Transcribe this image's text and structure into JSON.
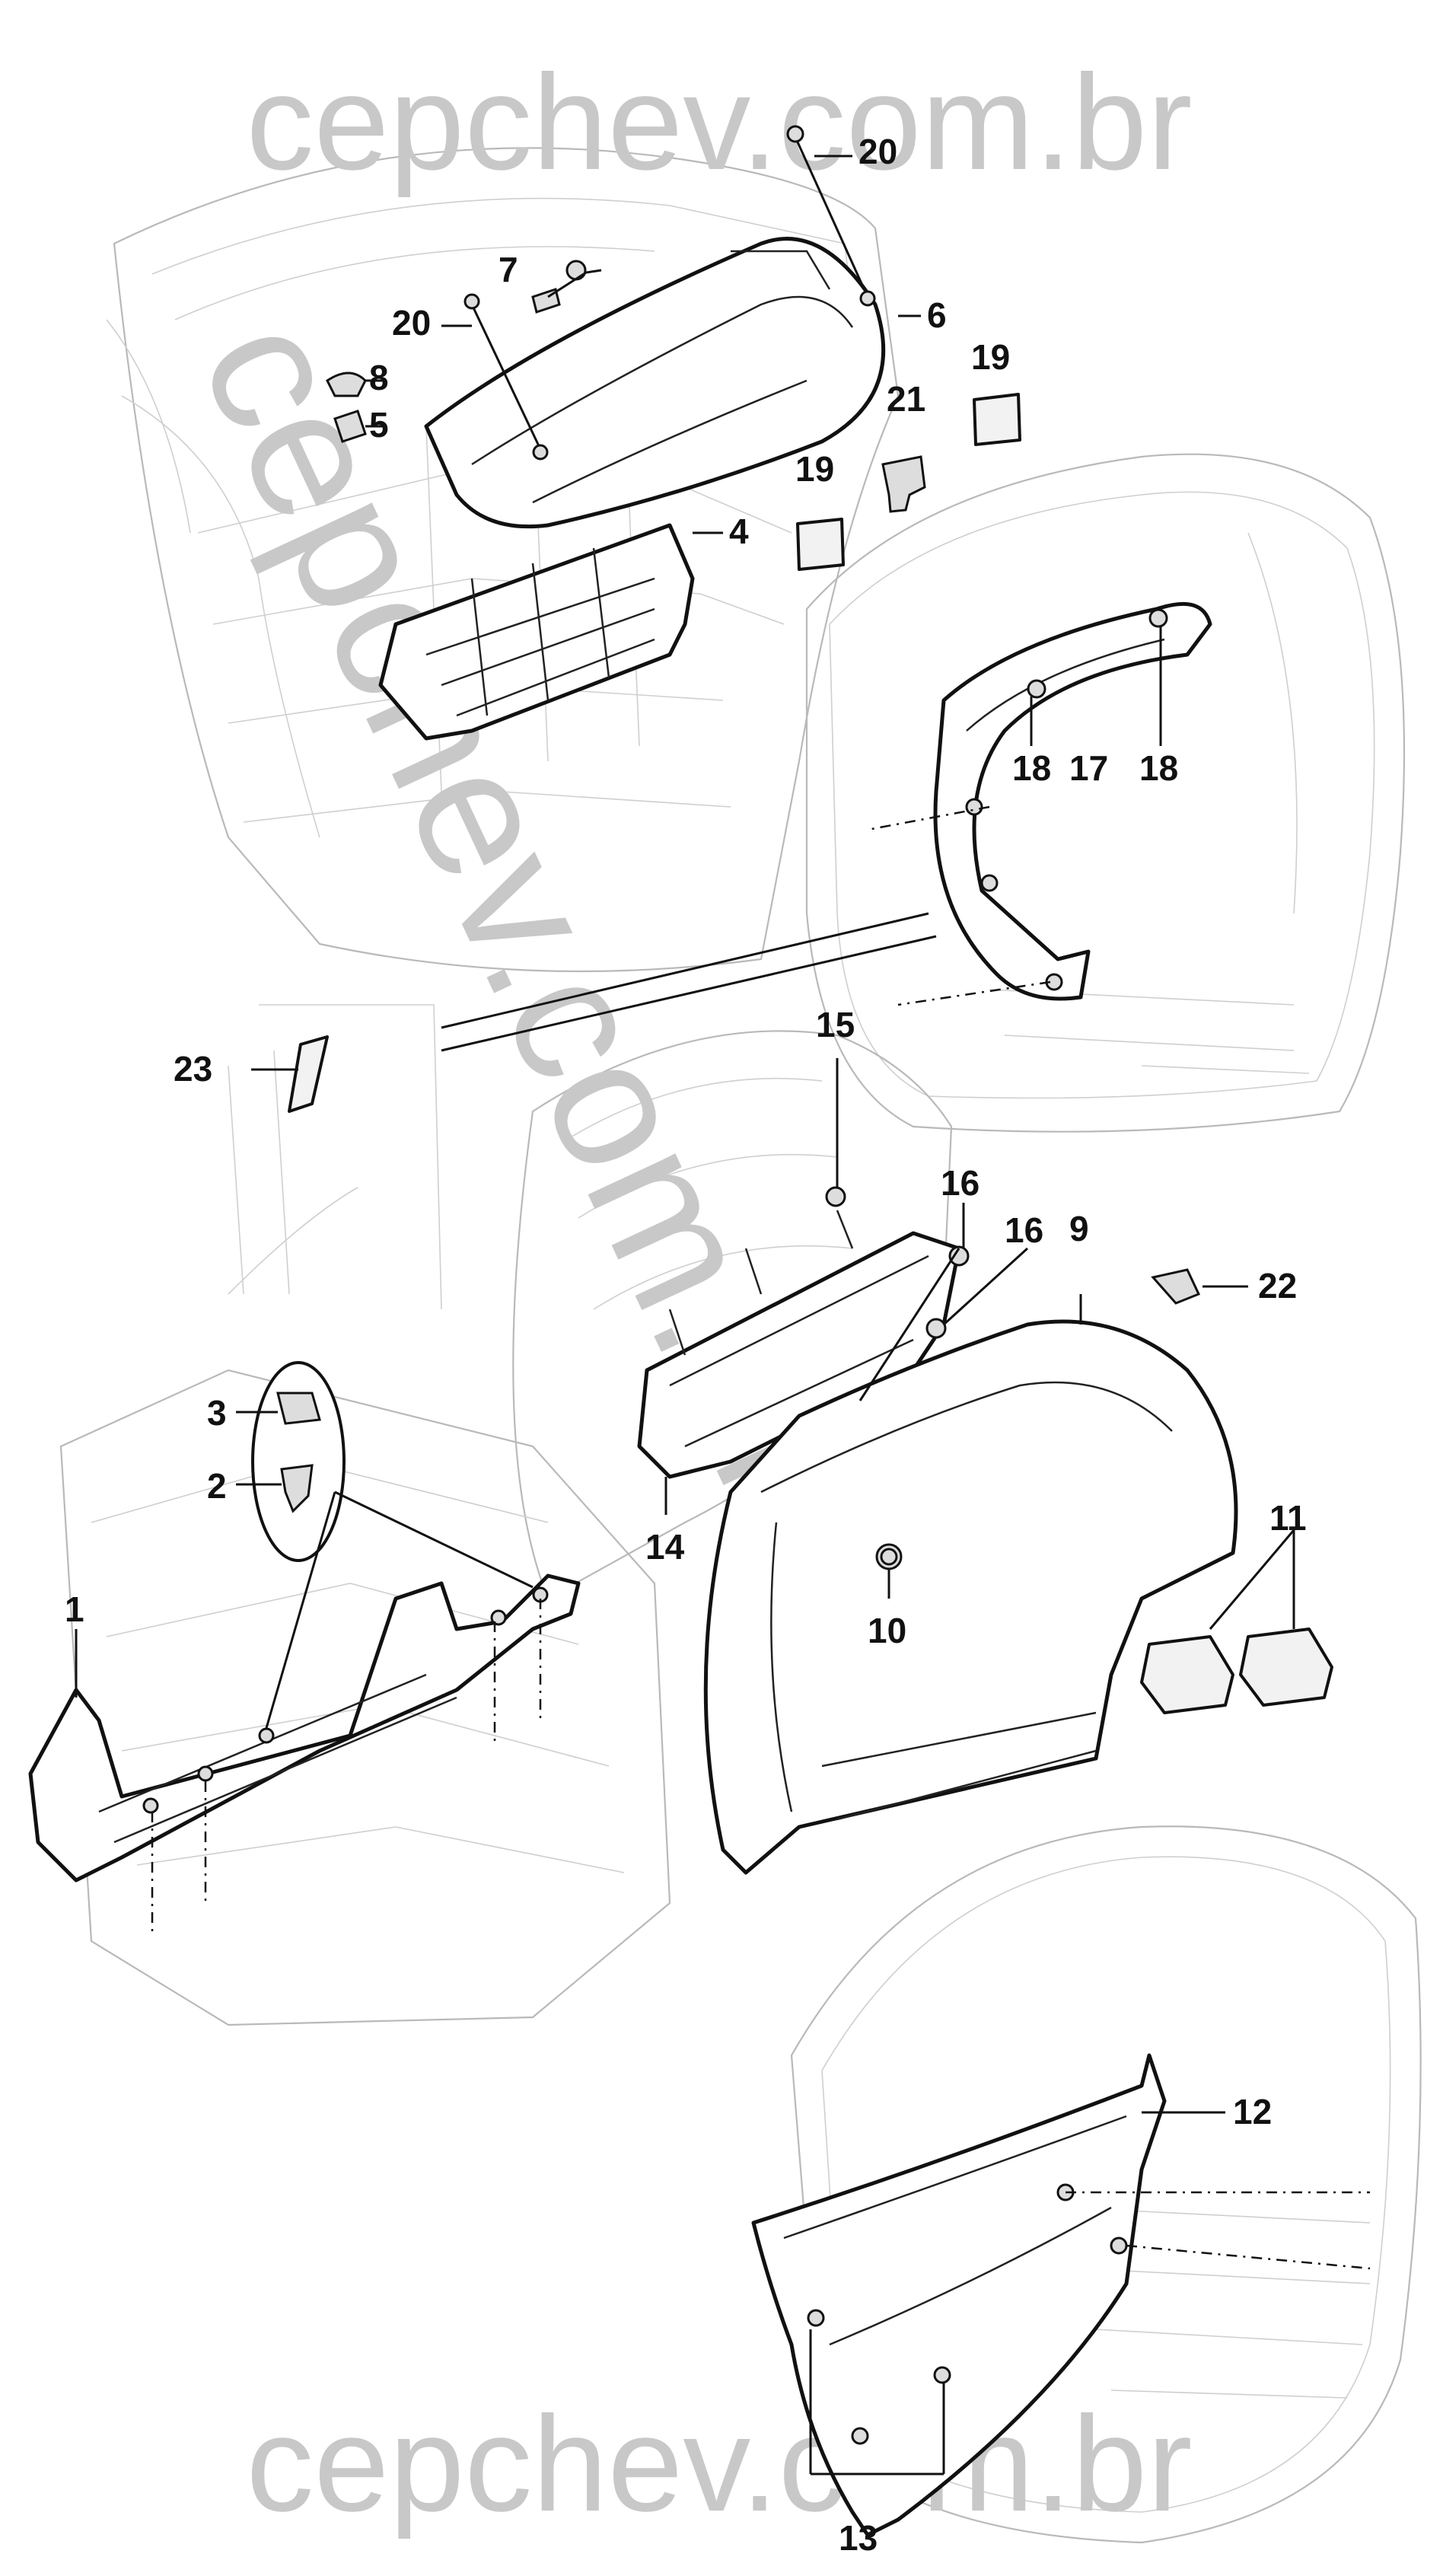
{
  "watermarks": {
    "top": "cepchev.com.br",
    "diagonal": "cepchev.com.br",
    "bottom": "cepchev.com.br"
  },
  "callouts": {
    "c1": "1",
    "c2": "2",
    "c3": "3",
    "c4": "4",
    "c5": "5",
    "c6": "6",
    "c7": "7",
    "c8": "8",
    "c9": "9",
    "c10": "10",
    "c11": "11",
    "c12": "12",
    "c13": "13",
    "c14": "14",
    "c15": "15",
    "c16a": "16",
    "c16b": "16",
    "c17": "17",
    "c18a": "18",
    "c18b": "18",
    "c19a": "19",
    "c19b": "19",
    "c20a": "20",
    "c20b": "20",
    "c21": "21",
    "c22": "22",
    "c23": "23"
  }
}
